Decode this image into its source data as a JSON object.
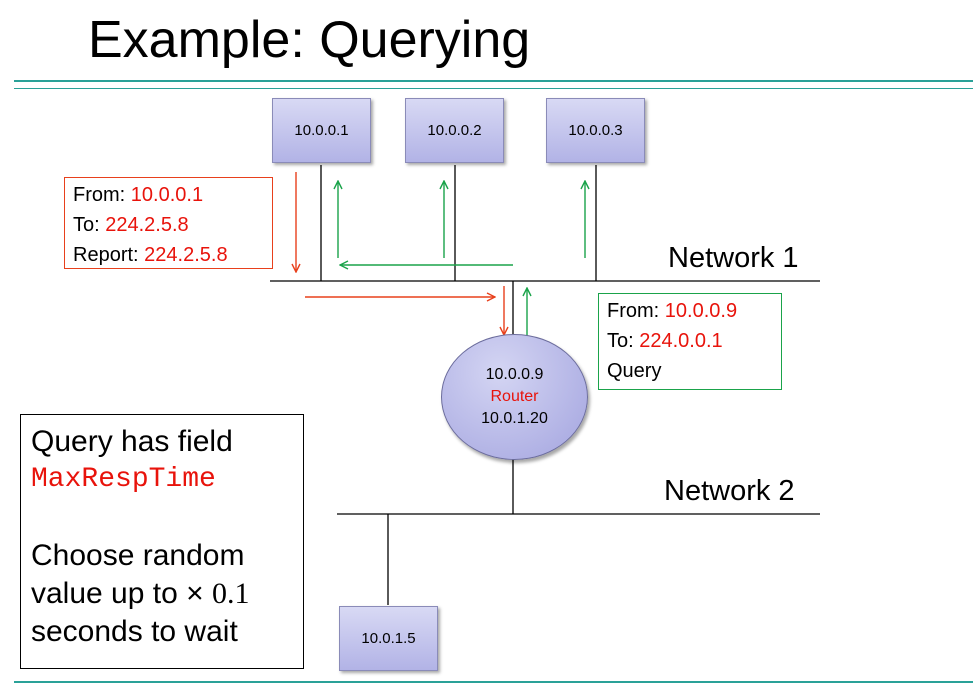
{
  "slide": {
    "title": "Example: Querying"
  },
  "hosts": {
    "h1": "10.0.0.1",
    "h2": "10.0.0.2",
    "h3": "10.0.0.3",
    "h4": "10.0.1.5"
  },
  "networks": {
    "n1": "Network 1",
    "n2": "Network 2"
  },
  "router": {
    "ip_top": "10.0.0.9",
    "label": "Router",
    "ip_bottom": "10.0.1.20"
  },
  "report_packet": {
    "from_label": "From: ",
    "from_value": "10.0.0.1",
    "to_label": "To: ",
    "to_value": "224.2.5.8",
    "report_label": "Report: ",
    "report_value": "224.2.5.8"
  },
  "query_packet": {
    "from_label": "From: ",
    "from_value": "10.0.0.9",
    "to_label": "To: ",
    "to_value": "224.0.0.1",
    "type": "Query"
  },
  "note": {
    "line1": "Query has field",
    "field": "MaxRespTime",
    "line3": "Choose random",
    "line4_prefix": "value up to ",
    "times": "×",
    "factor": "0.1",
    "line5": "seconds to wait"
  },
  "colors": {
    "accent_rule": "#2aa198",
    "report_arrow": "#e8401c",
    "query_arrow": "#1aa34a",
    "highlight_text": "#e8130b"
  }
}
